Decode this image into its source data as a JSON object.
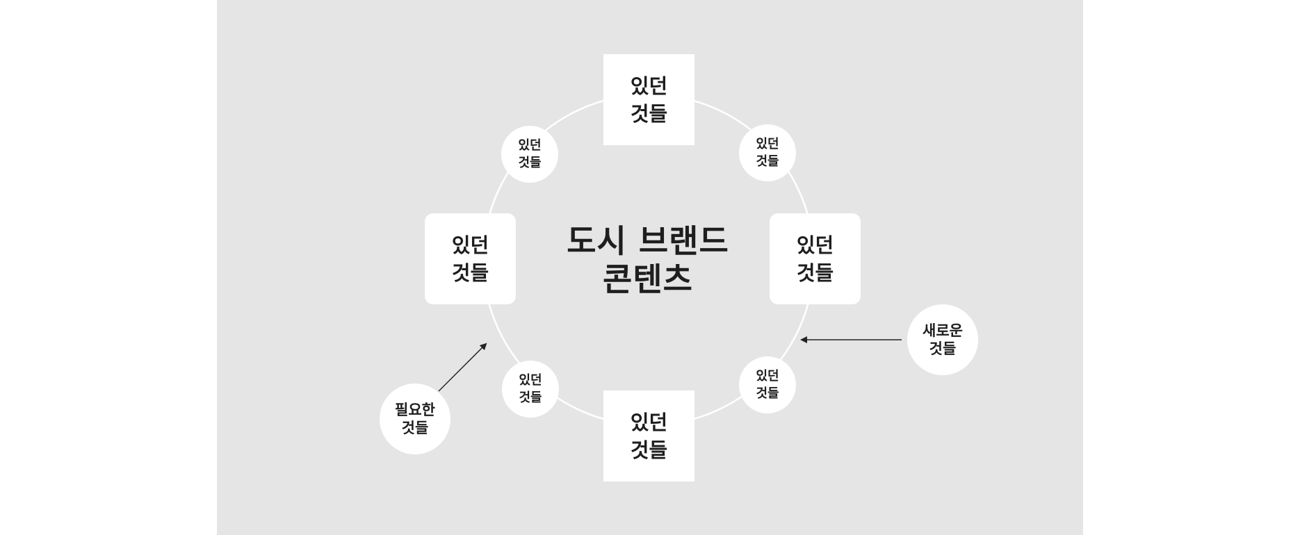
{
  "colors": {
    "page_background": "#ffffff",
    "canvas_background": "#e5e5e5",
    "node_fill": "#ffffff",
    "text": "#1e1e1e",
    "ring_stroke": "#ffffff",
    "arrow": "#222222"
  },
  "center": {
    "line1": "도시 브랜드",
    "line2": "콘텐츠"
  },
  "cycle_nodes": {
    "top": {
      "line1": "있던",
      "line2": "것들"
    },
    "top_right": {
      "line1": "있던",
      "line2": "것들"
    },
    "right": {
      "line1": "있던",
      "line2": "것들"
    },
    "bottom_right": {
      "line1": "있던",
      "line2": "것들"
    },
    "bottom": {
      "line1": "있던",
      "line2": "것들"
    },
    "bottom_left": {
      "line1": "있던",
      "line2": "것들"
    },
    "left": {
      "line1": "있던",
      "line2": "것들"
    },
    "top_left": {
      "line1": "있던",
      "line2": "것들"
    }
  },
  "inputs": {
    "needed": {
      "line1": "필요한",
      "line2": "것들"
    },
    "new": {
      "line1": "새로운",
      "line2": "것들"
    }
  }
}
